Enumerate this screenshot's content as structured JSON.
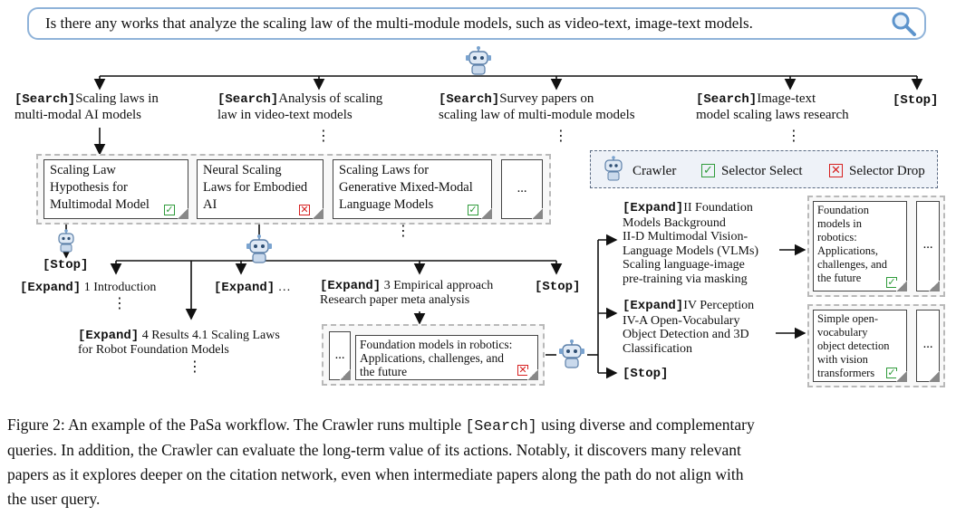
{
  "query": "Is there any works that analyze the scaling law of the multi-module models, such as video-text, image-text models.",
  "search_tag": "[Search]",
  "expand_tag": "[Expand]",
  "stop_tag": "[Stop]",
  "ellipsis": "...",
  "vdots": "⋮",
  "searches": {
    "s1": [
      "Scaling laws in",
      "multi-modal AI models"
    ],
    "s2": [
      "Analysis of scaling",
      "law in video-text models"
    ],
    "s3": [
      "Survey papers on",
      "scaling law of multi-module models"
    ],
    "s4": [
      "Image-text",
      "model scaling laws research"
    ]
  },
  "papers_top": {
    "p1": [
      "Scaling Law",
      "Hypothesis for",
      "Multimodal Model"
    ],
    "p2": [
      "Neural Scaling",
      "Laws for Embodied",
      "AI"
    ],
    "p3": [
      "Scaling Laws for",
      "Generative Mixed-Modal",
      "Language Models"
    ]
  },
  "legend": {
    "crawler": "Crawler",
    "select": "Selector Select",
    "drop": "Selector Drop",
    "colors": {
      "select": "#2e9b3a",
      "drop": "#d62020"
    }
  },
  "expands_left": {
    "e1": "1 Introduction",
    "e2": "…",
    "e3": [
      "3 Empirical approach",
      "Research paper meta analysis"
    ],
    "e4": [
      "4 Results 4.1 Scaling Laws",
      "for Robot Foundation Models"
    ]
  },
  "paper_mid": [
    "Foundation models in robotics:",
    "Applications, challenges, and",
    "the future"
  ],
  "expands_right": {
    "r1": [
      "II Foundation",
      "Models Background",
      "II-D Multimodal Vision-",
      "Language Models (VLMs)",
      "Scaling language-image",
      "pre-training via masking"
    ],
    "r2": [
      "IV Perception",
      "IV-A Open-Vocabulary",
      "Object Detection and 3D",
      "Classification"
    ]
  },
  "papers_right": {
    "q1": [
      "Foundation",
      "models in",
      "robotics:",
      "Applications,",
      "challenges, and",
      "the future"
    ],
    "q2": [
      "Simple open-",
      "vocabulary",
      "object detection",
      "with vision",
      "transformers"
    ]
  },
  "caption": {
    "lines": [
      "Figure 2: An example of the PaSa workflow. The Crawler runs multiple ",
      " using diverse and complementary",
      "queries. In addition, the Crawler can evaluate the long-term value of its actions. Notably, it discovers many relevant",
      "papers as it explores deeper on the citation network, even when intermediate papers along the path do not align with",
      "the user query."
    ],
    "code": "[Search]"
  }
}
